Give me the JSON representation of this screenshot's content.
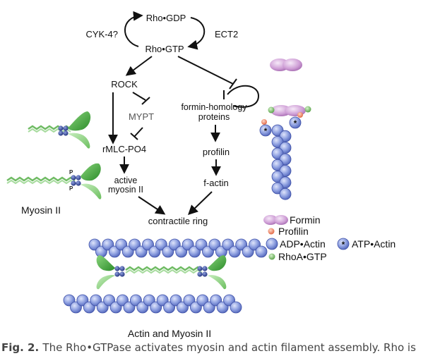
{
  "pathway": {
    "rho_gdp": "Rho•GDP",
    "rho_gtp": "Rho•GTP",
    "cyk4": "CYK-4?",
    "ect2": "ECT2",
    "rock": "ROCK",
    "mypt": "MYPT",
    "rmlc": "rMLC-PO4",
    "active_line1": "active",
    "active_line2": "myosin II",
    "formin_line1": "formin-homology",
    "formin_line2": "proteins",
    "profilin": "profilin",
    "factin": "f-actin",
    "ring": "contractile ring"
  },
  "labels": {
    "myosin": "Myosin II",
    "actin_myosin": "Actin and Myosin II",
    "phospho": "P"
  },
  "legend": {
    "formin": "Formin",
    "profilin": "Profilin",
    "adp_actin": "ADP•Actin",
    "atp_actin": "ATP•Actin",
    "rhoa": "RhoA•GTP"
  },
  "caption": {
    "prefix": "Fig. 2.",
    "text": "The Rho•GTPase activates myosin and actin filament assembly. Rho is"
  },
  "colors": {
    "actin": "#8d9fe0",
    "formin": "#cf9fd6",
    "profilin": "#ee8866",
    "rhoa": "#7cc36a",
    "myosin_head": "#3fae3a",
    "myosin_tail": "#7bc070"
  }
}
